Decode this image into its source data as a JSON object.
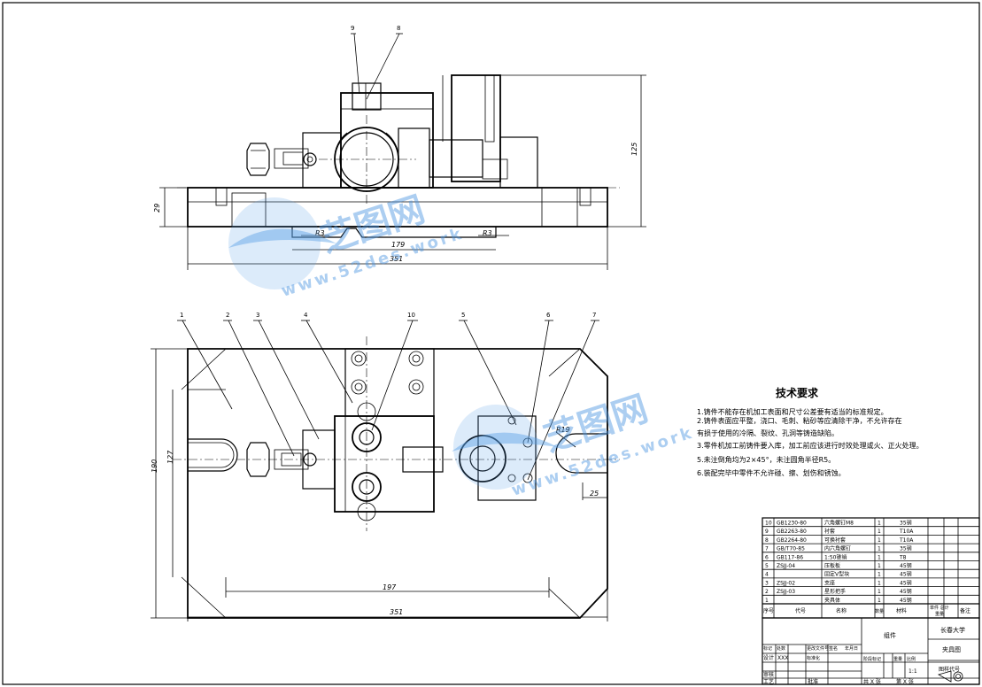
{
  "drawing": {
    "top_view": {
      "dims": {
        "overall": "351",
        "inner": "179",
        "height": "29",
        "tall": "125",
        "r_left": "R3",
        "r_right": "R3"
      },
      "leaders": [
        "9",
        "8"
      ]
    },
    "plan_view": {
      "dims": {
        "overall": "351",
        "inner": "197",
        "height": "190",
        "sub_height": "127",
        "slot": "25",
        "radius": "R19"
      },
      "leaders": [
        "1",
        "2",
        "3",
        "4",
        "10",
        "5",
        "6",
        "7"
      ]
    }
  },
  "tech_requirements": {
    "title": "技术要求",
    "items": [
      "1.铸件不能存在机加工表面和尺寸公差要有适当的标准规定。",
      "2.铸件表面应平整，浇口、毛刺、粘砂等应清除干净，不允许存在",
      "  有损于使用的冷隔、裂纹、孔洞等铸造缺陷。",
      "3.零件机加工前铸件要入库，加工前应该进行时效处理或火、正火处理。",
      "5.未注倒角均为2×45°，未注圆角半径R5。",
      "6.装配完毕中零件不允许碰、擦、划伤和锈蚀。"
    ]
  },
  "bom": {
    "rows": [
      {
        "no": "10",
        "code": "GB1230-80",
        "name": "六角螺钉M8",
        "qty": "1",
        "material": "35钢"
      },
      {
        "no": "9",
        "code": "GB2263-80",
        "name": "衬套",
        "qty": "1",
        "material": "T10A"
      },
      {
        "no": "8",
        "code": "GB2264-80",
        "name": "可换衬套",
        "qty": "1",
        "material": "T10A"
      },
      {
        "no": "7",
        "code": "GB/T70-85",
        "name": "内六角螺钉",
        "qty": "1",
        "material": "35钢"
      },
      {
        "no": "6",
        "code": "GB117-86",
        "name": "1:50锥销",
        "qty": "1",
        "material": "T8"
      },
      {
        "no": "5",
        "code": "ZSJJ-04",
        "name": "压板板",
        "qty": "1",
        "material": "45钢"
      },
      {
        "no": "4",
        "code": "",
        "name": "固定V型块",
        "qty": "1",
        "material": "45钢"
      },
      {
        "no": "3",
        "code": "ZSJJ-02",
        "name": "支座",
        "qty": "1",
        "material": "45钢"
      },
      {
        "no": "2",
        "code": "ZSJJ-03",
        "name": "星形把手",
        "qty": "1",
        "material": "45钢"
      },
      {
        "no": "1",
        "code": "",
        "name": "夹具体",
        "qty": "1",
        "material": "45钢"
      }
    ],
    "headers": [
      "序号",
      "代号",
      "名称",
      "数量",
      "材料",
      "单件 总计",
      "重量",
      "备注"
    ]
  },
  "title_block": {
    "school": "长春大学",
    "drawing_name": "夹具图",
    "assembly": "组件",
    "scale_label": "比例",
    "scale": "1:1",
    "weight_label": "重量",
    "stage_label": "阶段标记",
    "sheet_total": "共 X 张",
    "sheet_no": "第 X 张",
    "design_label": "设计",
    "design_value": "XXX",
    "std_label": "标准化",
    "review_label": "审核",
    "process_label": "工艺",
    "approve_label": "批准",
    "mark_label": "标记",
    "count_label": "处数",
    "zone_label": "分区",
    "change_label": "更改文件号",
    "sign_label": "签名",
    "date_label": "年月日",
    "code_label": "图样代号"
  },
  "watermarks": [
    {
      "cn": "芝图网",
      "url": "www.52des.work"
    },
    {
      "cn": "芝图网",
      "url": "www.52des.work"
    }
  ],
  "colors": {
    "line": "#000000",
    "watermark": "#4d95e0"
  }
}
